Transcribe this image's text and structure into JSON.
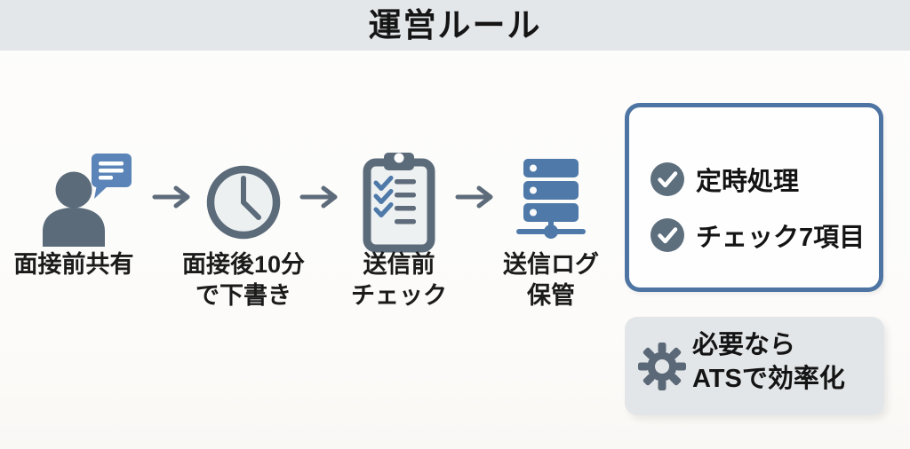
{
  "title": "運営ルール",
  "flow": {
    "steps": [
      {
        "icon": "person-chat-icon",
        "lines": [
          "面接前共有",
          ""
        ]
      },
      {
        "icon": "clock-icon",
        "lines": [
          "面接後10分",
          "で下書き"
        ]
      },
      {
        "icon": "clipboard-check-icon",
        "lines": [
          "送信前",
          "チェック"
        ]
      },
      {
        "icon": "server-icon",
        "lines": [
          "送信ログ",
          "保管"
        ]
      }
    ],
    "arrow_icon": "right-arrow-icon"
  },
  "rules_box": {
    "items": [
      {
        "icon": "check-circle-icon",
        "label": "定時処理"
      },
      {
        "icon": "check-circle-icon",
        "label": "チェック7項目"
      }
    ]
  },
  "note_box": {
    "icon": "gear-icon",
    "lines": [
      "必要なら",
      "ATSで効率化"
    ]
  },
  "colors": {
    "slate": "#5b6b7a",
    "steel_blue": "#4e79a8",
    "bubble_blue": "#5b84b8",
    "box_border_blue": "#4d74a2",
    "header_bg": "#e3e7ea",
    "note_box_bg": "#e3e6e8",
    "text": "#1b1b1b"
  }
}
